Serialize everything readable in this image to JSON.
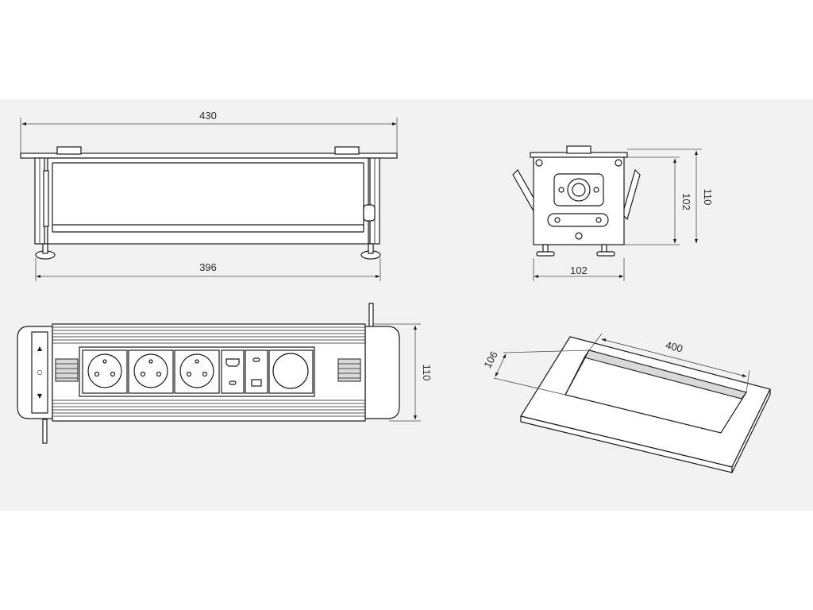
{
  "dimensions": {
    "front_total_width": "430",
    "front_body_width": "396",
    "side_total_height": "110",
    "side_body_height": "102",
    "side_width": "102",
    "top_depth": "110",
    "cutout_length": "400",
    "cutout_width": "106"
  },
  "control_panel": {
    "up_symbol": "▲",
    "mid_symbol": "○",
    "down_symbol": "▼"
  },
  "colors": {
    "background_band": "#f2f2f2",
    "line": "#1a1a1a",
    "dimension_line": "#4a4a4a"
  },
  "icons": [
    "up-arrow-icon",
    "circle-icon",
    "down-arrow-icon",
    "hdmi-icon",
    "usb-c-icon",
    "usb-a-icon",
    "speaker-icon",
    "schuko-socket-icon"
  ]
}
